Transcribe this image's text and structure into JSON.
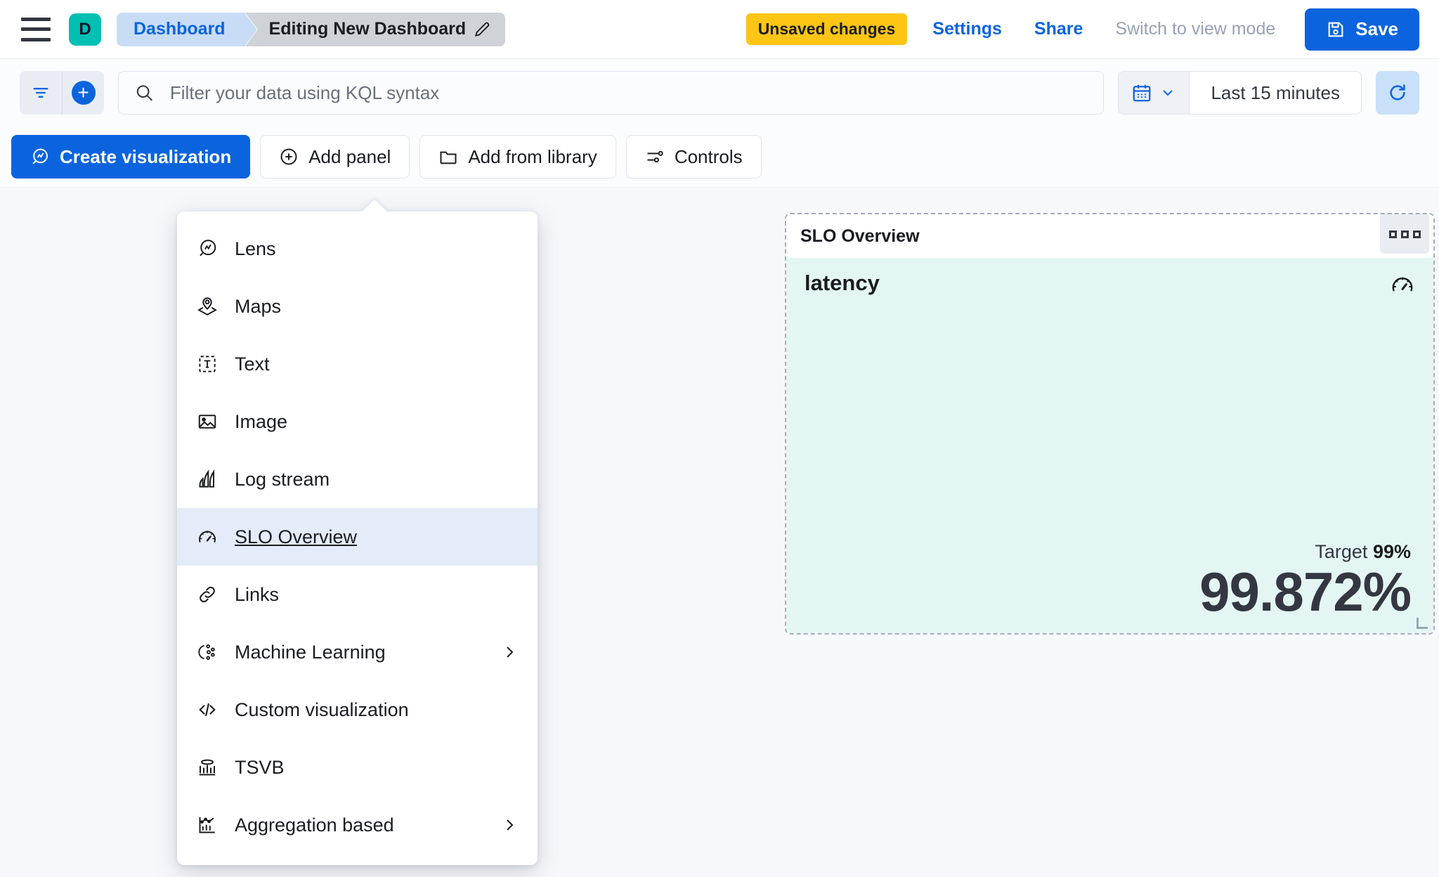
{
  "header": {
    "menu_icon": "hamburger-icon",
    "avatar_letter": "D",
    "breadcrumb_root": "Dashboard",
    "breadcrumb_current": "Editing New Dashboard",
    "edit_icon": "pencil-icon",
    "unsaved_badge": "Unsaved changes",
    "settings_label": "Settings",
    "share_label": "Share",
    "view_mode_label": "Switch to view mode",
    "save_label": "Save",
    "save_icon": "save-disk-icon"
  },
  "query_bar": {
    "filter_icon": "filter-icon",
    "add_filter_icon": "plus-circle-icon",
    "search_icon": "search-icon",
    "search_value": "",
    "search_placeholder": "Filter your data using KQL syntax",
    "calendar_icon": "calendar-icon",
    "calendar_chevron": "chevron-down-icon",
    "date_range": "Last 15 minutes",
    "refresh_icon": "refresh-icon"
  },
  "toolbar": {
    "create_visualization": "Create visualization",
    "add_panel": "Add panel",
    "add_from_library": "Add from library",
    "controls": "Controls"
  },
  "add_panel_menu": {
    "items": [
      {
        "label": "Lens",
        "icon": "lens-icon",
        "submenu": false,
        "selected": false
      },
      {
        "label": "Maps",
        "icon": "maps-icon",
        "submenu": false,
        "selected": false
      },
      {
        "label": "Text",
        "icon": "text-icon",
        "submenu": false,
        "selected": false
      },
      {
        "label": "Image",
        "icon": "image-icon",
        "submenu": false,
        "selected": false
      },
      {
        "label": "Log stream",
        "icon": "log-stream-icon",
        "submenu": false,
        "selected": false
      },
      {
        "label": "SLO Overview",
        "icon": "gauge-icon",
        "submenu": false,
        "selected": true
      },
      {
        "label": "Links",
        "icon": "link-icon",
        "submenu": false,
        "selected": false
      },
      {
        "label": "Machine Learning",
        "icon": "ml-icon",
        "submenu": true,
        "selected": false
      },
      {
        "label": "Custom visualization",
        "icon": "code-icon",
        "submenu": false,
        "selected": false
      },
      {
        "label": "TSVB",
        "icon": "tsvb-icon",
        "submenu": false,
        "selected": false
      },
      {
        "label": "Aggregation based",
        "icon": "agg-based-icon",
        "submenu": true,
        "selected": false
      }
    ]
  },
  "slo_panel": {
    "panel_title": "SLO Overview",
    "context_menu_icon": "panel-menu-icon",
    "metric_name": "latency",
    "gauge_icon": "gauge-icon",
    "target_label": "Target",
    "target_value": "99%",
    "sli_value": "99.872%"
  },
  "colors": {
    "accent_blue": "#0b64dd",
    "warning_yellow": "#fec514",
    "avatar_teal": "#00bfb3",
    "panel_healthy_bg": "#e4f6f4",
    "menu_selected_bg": "#e3ecf8"
  }
}
